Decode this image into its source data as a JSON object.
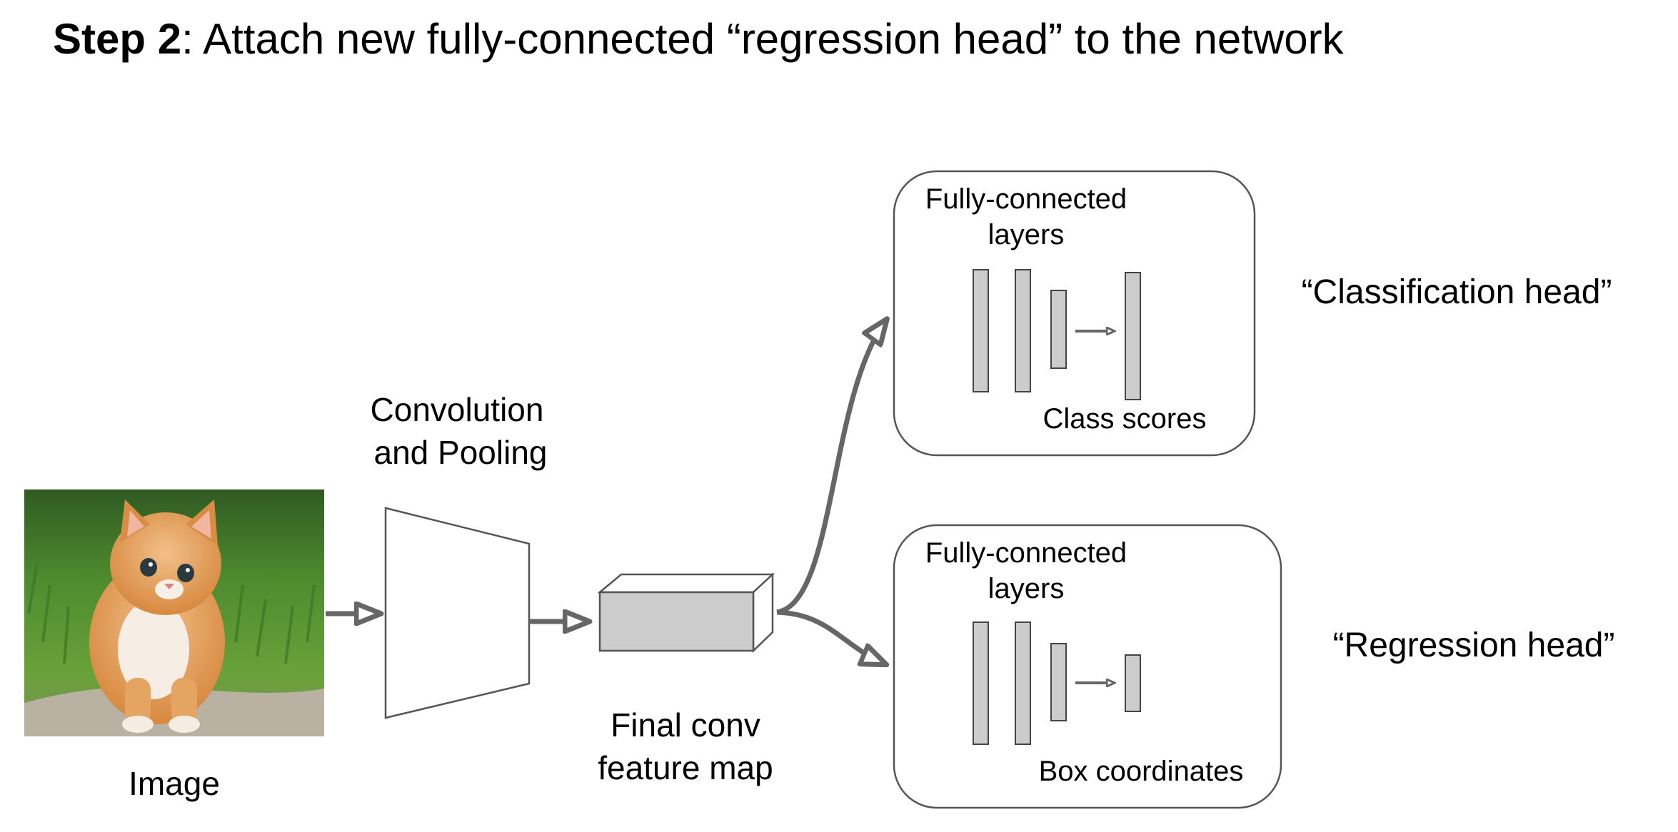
{
  "title": {
    "step": "Step 2",
    "text": ": Attach new fully-connected “regression head” to the network"
  },
  "image_block": {
    "label": "Image",
    "photo_subject": "orange kitten on stone with green grass background"
  },
  "conv_block": {
    "label_line1": "Convolution",
    "label_line2": "and Pooling"
  },
  "feature_map": {
    "label_line1": "Final conv",
    "label_line2": "feature map"
  },
  "classification_head": {
    "box_label_line1": "Fully-connected",
    "box_label_line2": "layers",
    "output_label": "Class scores",
    "head_name": "“Classification head”"
  },
  "regression_head": {
    "box_label_line1": "Fully-connected",
    "box_label_line2": "layers",
    "output_label": "Box coordinates",
    "head_name": "“Regression head”"
  },
  "colors": {
    "arrow": "#666666",
    "box_stroke": "#555555",
    "layer_fill": "#cccccc",
    "layer_stroke": "#444444"
  }
}
